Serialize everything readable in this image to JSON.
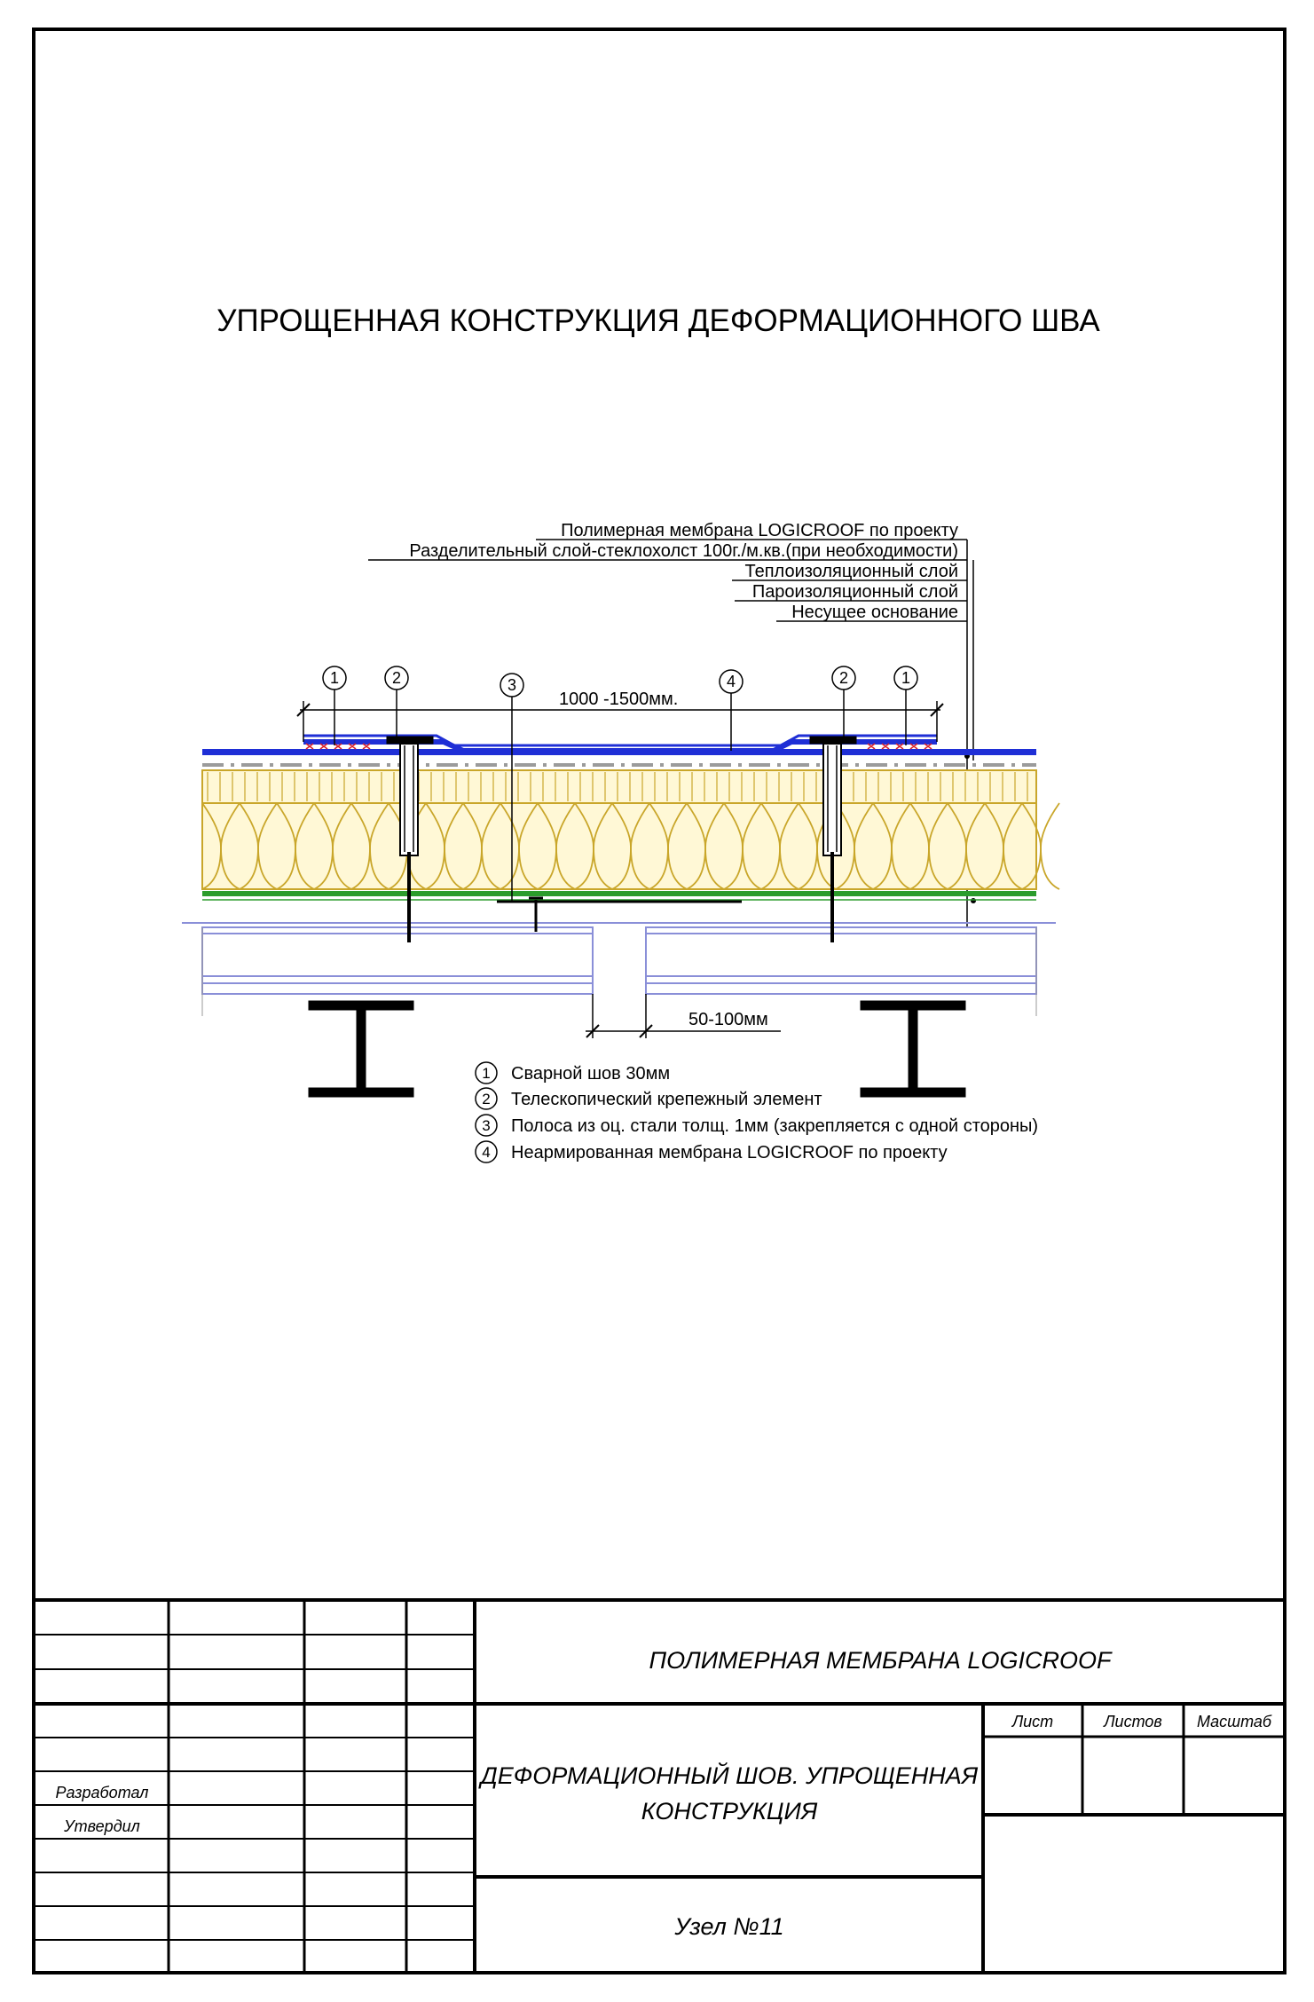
{
  "title": "УПРОЩЕННАЯ КОНСТРУКЦИЯ ДЕФОРМАЦИОННОГО ШВА",
  "layers": [
    "Полимерная мембрана LOGICROOF по проекту",
    "Разделительный слой-стеклохолст 100г./м.кв.(при необходимости)",
    "Теплоизоляционный слой",
    "Пароизоляционный слой",
    "Несущее основание"
  ],
  "dims": {
    "width": "1000 -1500мм.",
    "gap": "50-100мм"
  },
  "callouts": {
    "left": [
      "1",
      "2",
      "3",
      "4"
    ],
    "right": [
      "2",
      "1"
    ]
  },
  "legend": [
    {
      "num": "1",
      "text": "Сварной шов 30мм"
    },
    {
      "num": "2",
      "text": "Телескопический крепежный элемент"
    },
    {
      "num": "3",
      "text": "Полоса из оц. стали толщ. 1мм (закрепляется с одной стороны)"
    },
    {
      "num": "4",
      "text": "Неармированная мембрана LOGICROOF по проекту"
    }
  ],
  "stamp": {
    "company": "ПОЛИМЕРНАЯ МЕМБРАНА LOGICROOF",
    "sheet_title_1": "ДЕФОРМАЦИОННЫЙ ШОВ. УПРОЩЕННАЯ",
    "sheet_title_2": "КОНСТРУКЦИЯ",
    "node": "Узел №11",
    "col_sheet": "Лист",
    "col_sheets": "Листов",
    "col_scale": "Масштаб",
    "developed": "Разработал",
    "approved": "Утвердил"
  },
  "colors": {
    "membrane": "#1f2fd6",
    "insulation": "#c9a62a",
    "insulation_fill": "#fff3b8",
    "vapor": "#2c9c2c",
    "weld": "#d8202a",
    "steel_deck": "#8a8fd8"
  }
}
